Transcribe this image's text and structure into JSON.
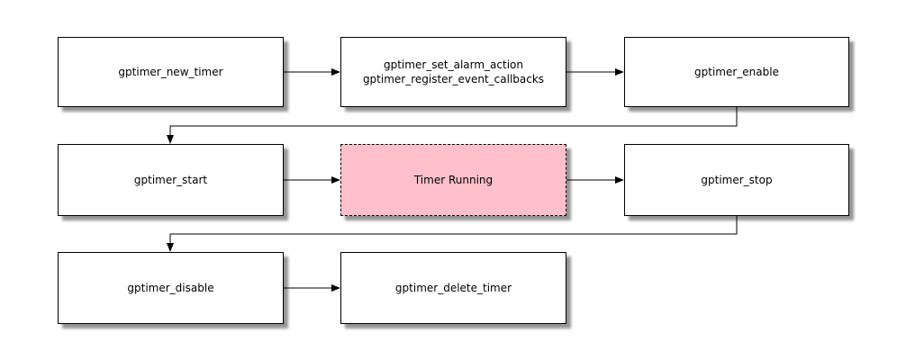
{
  "diagram": {
    "title": "gptimer-api-flow",
    "background": "#ffffff",
    "colors": {
      "node_fill": "#ffffff",
      "node_border": "#000000",
      "running_node_fill": "#ffc0cb",
      "running_node_border_style": "dashed",
      "edge": "#000000",
      "text": "#000000",
      "shadow": "#999999"
    },
    "nodes": {
      "new_timer": {
        "label": "gptimer_new_timer"
      },
      "set_alarm": {
        "line1": "gptimer_set_alarm_action",
        "line2": "gptimer_register_event_callbacks"
      },
      "enable": {
        "label": "gptimer_enable"
      },
      "start": {
        "label": "gptimer_start"
      },
      "running": {
        "label": "Timer Running"
      },
      "stop": {
        "label": "gptimer_stop"
      },
      "disable": {
        "label": "gptimer_disable"
      },
      "delete_timer": {
        "label": "gptimer_delete_timer"
      }
    },
    "edges": [
      {
        "from": "gptimer_new_timer",
        "to": "gptimer_set_alarm_action / gptimer_register_event_callbacks"
      },
      {
        "from": "gptimer_set_alarm_action / gptimer_register_event_callbacks",
        "to": "gptimer_enable"
      },
      {
        "from": "gptimer_enable",
        "to": "gptimer_start"
      },
      {
        "from": "gptimer_start",
        "to": "Timer Running"
      },
      {
        "from": "Timer Running",
        "to": "gptimer_stop"
      },
      {
        "from": "gptimer_stop",
        "to": "gptimer_disable"
      },
      {
        "from": "gptimer_disable",
        "to": "gptimer_delete_timer"
      }
    ]
  }
}
